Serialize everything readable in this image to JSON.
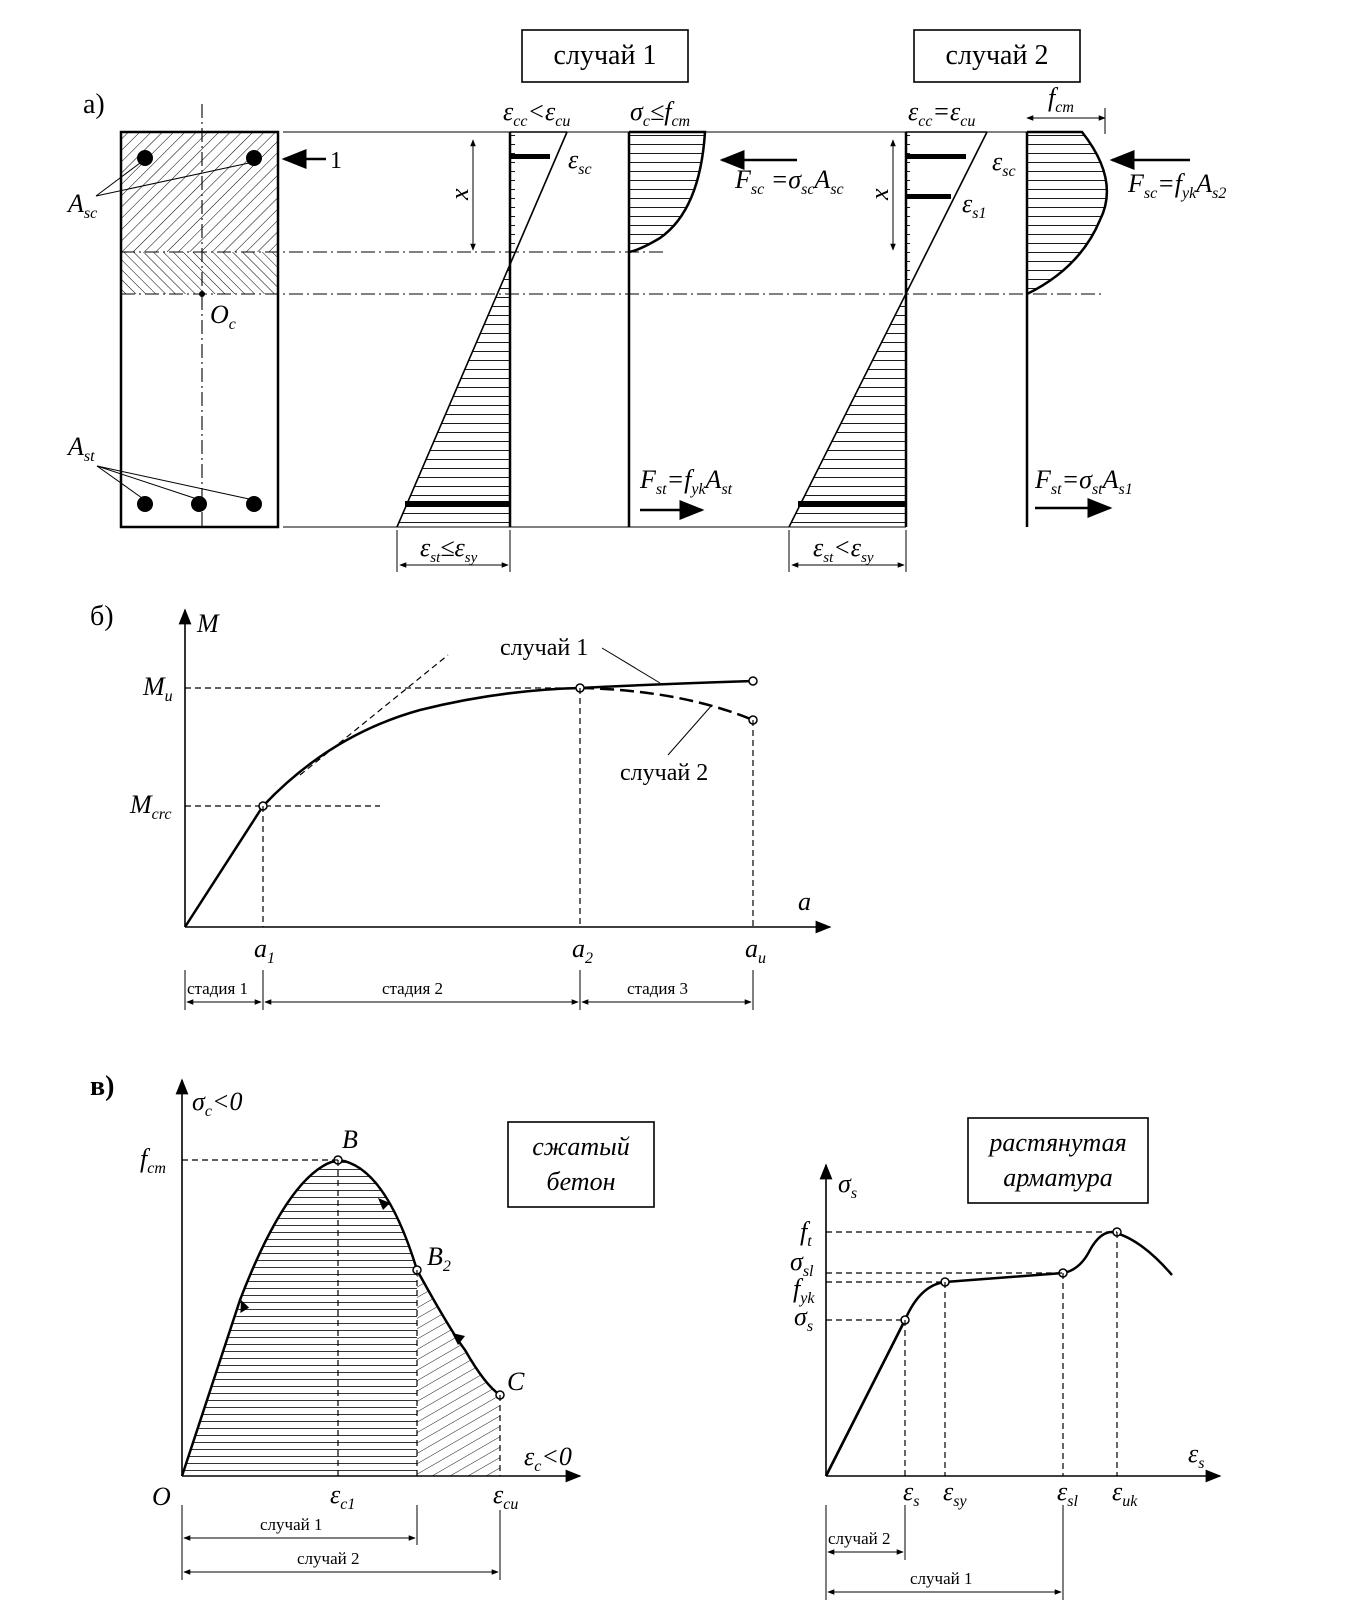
{
  "panel_a": {
    "tag": "а)",
    "case1_box": "случай 1",
    "case2_box": "случай 2",
    "marker_1": "1",
    "A_sc": "A_sc",
    "A_st": "A_st",
    "O_c": "O_c",
    "x": "x",
    "cond_ecc_lt_ecu": "ε_cc<ε_cu",
    "cond_sigma": "σ_c≤f_cm",
    "cond_ecc_eq_ecu": "ε_cc=ε_cu",
    "f_cm": "f_cm",
    "e_sc": "ε_sc",
    "e_s1": "ε_s1",
    "F_sc_case1": "F_sc=σ_sc A_sc",
    "F_sc_case2": "F_sc=f_yk A_s2",
    "F_st_case1": "F_st=f_yk A_st",
    "F_st_case2": "F_st=σ_st A_s1",
    "est_case1": "ε_st≤ε_sy",
    "est_case2": "ε_st<ε_sy"
  },
  "panel_b": {
    "tag": "б)",
    "M": "M",
    "Mu": "M_u",
    "Mcrc": "M_crc",
    "a": "a",
    "a1": "a_1",
    "a2": "a_2",
    "au": "a_u",
    "case1": "случай 1",
    "case2": "случай 2",
    "stage1": "стадия 1",
    "stage2": "стадия 2",
    "stage3": "стадия 3"
  },
  "panel_v": {
    "tag": "в)",
    "sigma_c": "σ_c<0",
    "eps_c": "ε_c<0",
    "fcm": "f_cm",
    "B": "B",
    "B2": "B_2",
    "C": "C",
    "O": "O",
    "ec1": "ε_c1",
    "ecu": "ε_cu",
    "concrete_box_line1": "сжатый",
    "concrete_box_line2": "бетон",
    "case1": "случай 1",
    "case2": "случай 2",
    "steel_box_line1": "растянутая",
    "steel_box_line2": "арматура",
    "sigma_s_axis": "σ_s",
    "eps_s_axis": "ε_s",
    "ft": "f_t",
    "sigma_sl": "σ_sl",
    "fyk": "f_yk",
    "sigma_s": "σ_s",
    "es": "ε_s",
    "esy": "ε_sy",
    "esl": "ε_sl",
    "euk": "ε_uk",
    "steel_case2": "случай 2",
    "steel_case1": "случай 1"
  }
}
